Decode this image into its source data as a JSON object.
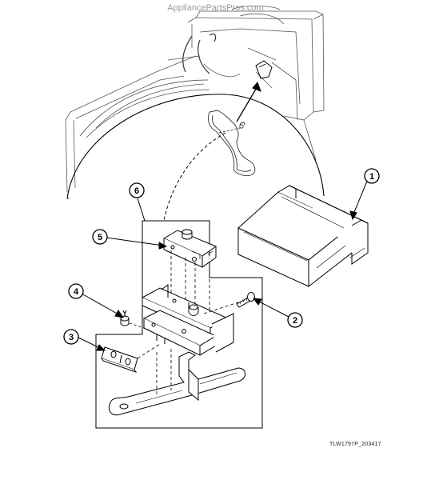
{
  "watermark": "AppliancePartsPros.com",
  "drawing_code": "TLW1797P_203417",
  "callouts": [
    {
      "id": "1",
      "label": "1"
    },
    {
      "id": "2",
      "label": "2"
    },
    {
      "id": "3",
      "label": "3"
    },
    {
      "id": "4",
      "label": "4"
    },
    {
      "id": "5",
      "label": "5"
    },
    {
      "id": "6",
      "label": "6"
    }
  ]
}
